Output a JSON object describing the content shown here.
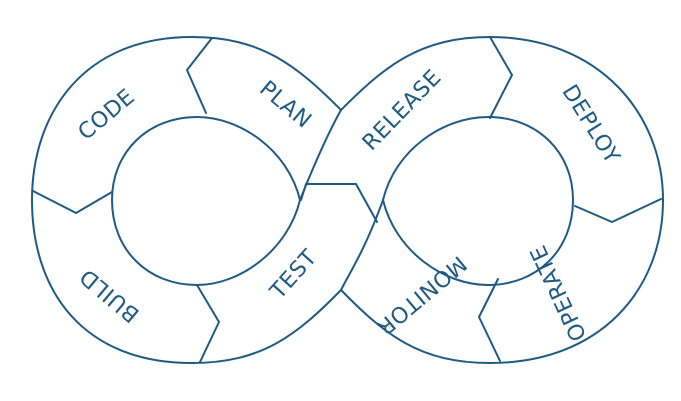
{
  "colors": {
    "line": "#1f5a85",
    "background": "#ffffff"
  },
  "stages": {
    "plan": "PLAN",
    "code": "CODE",
    "build": "BUILD",
    "test": "TEST",
    "release": "RELEASE",
    "deploy": "DEPLOY",
    "operate": "OPERATE",
    "monitor": "MONITOR"
  }
}
